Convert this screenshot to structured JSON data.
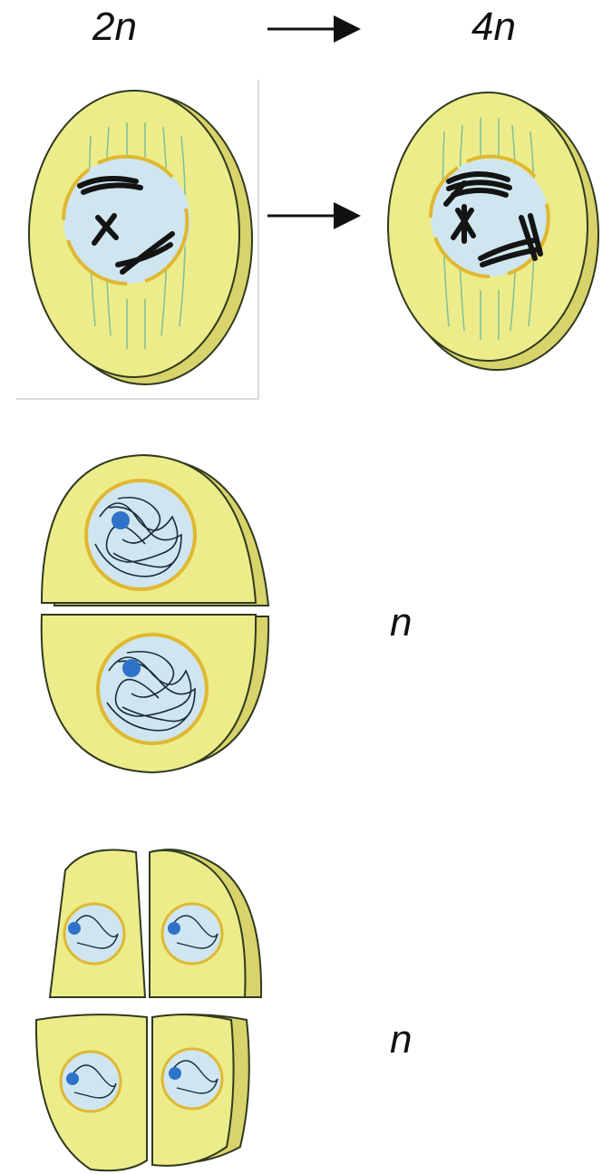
{
  "labels": {
    "start_ploidy": "2n",
    "after_replication_ploidy": "4n",
    "after_first_division_ploidy": "n",
    "after_second_division_ploidy": "n"
  },
  "colors": {
    "cytoplasm": "#ecec8a",
    "cell_outline": "#2f3a1f",
    "nucleus_fill": "#cfe6f0",
    "nuclear_envelope": "#e0b830",
    "chromosome": "#141414",
    "nucleolus": "#2f73c8",
    "spindle": "#7fbf9a"
  }
}
